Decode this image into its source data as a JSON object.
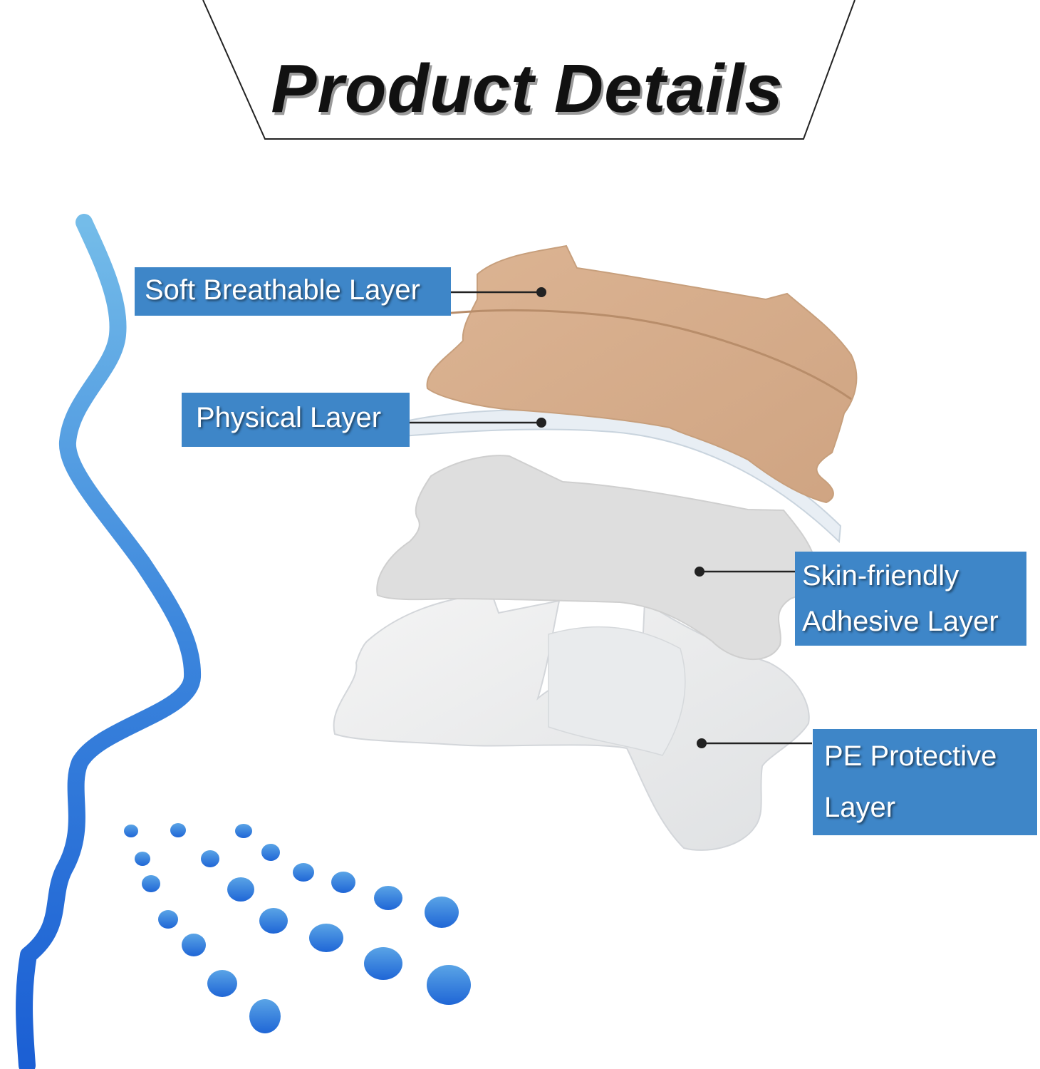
{
  "title": "Product Details",
  "labels": {
    "soft_breathable": "Soft Breathable Layer",
    "physical": "Physical Layer",
    "skin_friendly_line1": "Skin-friendly",
    "skin_friendly_line2": "Adhesive Layer",
    "pe_protective_line1": "PE Protective",
    "pe_protective_line2": "Layer"
  },
  "colors": {
    "label_bg": "#3e86c8",
    "label_text": "#ffffff",
    "tan_layer": "#d7b08f",
    "physical_layer": "#e6eef6",
    "adhesive_layer": "#dedede",
    "pe_layer": "#eeeeee",
    "face_outline_top": "#6bb3e6",
    "face_outline_bottom": "#1f63d8"
  },
  "icons": [
    "face-profile-outline",
    "breath-dots",
    "leader-line-dot"
  ]
}
